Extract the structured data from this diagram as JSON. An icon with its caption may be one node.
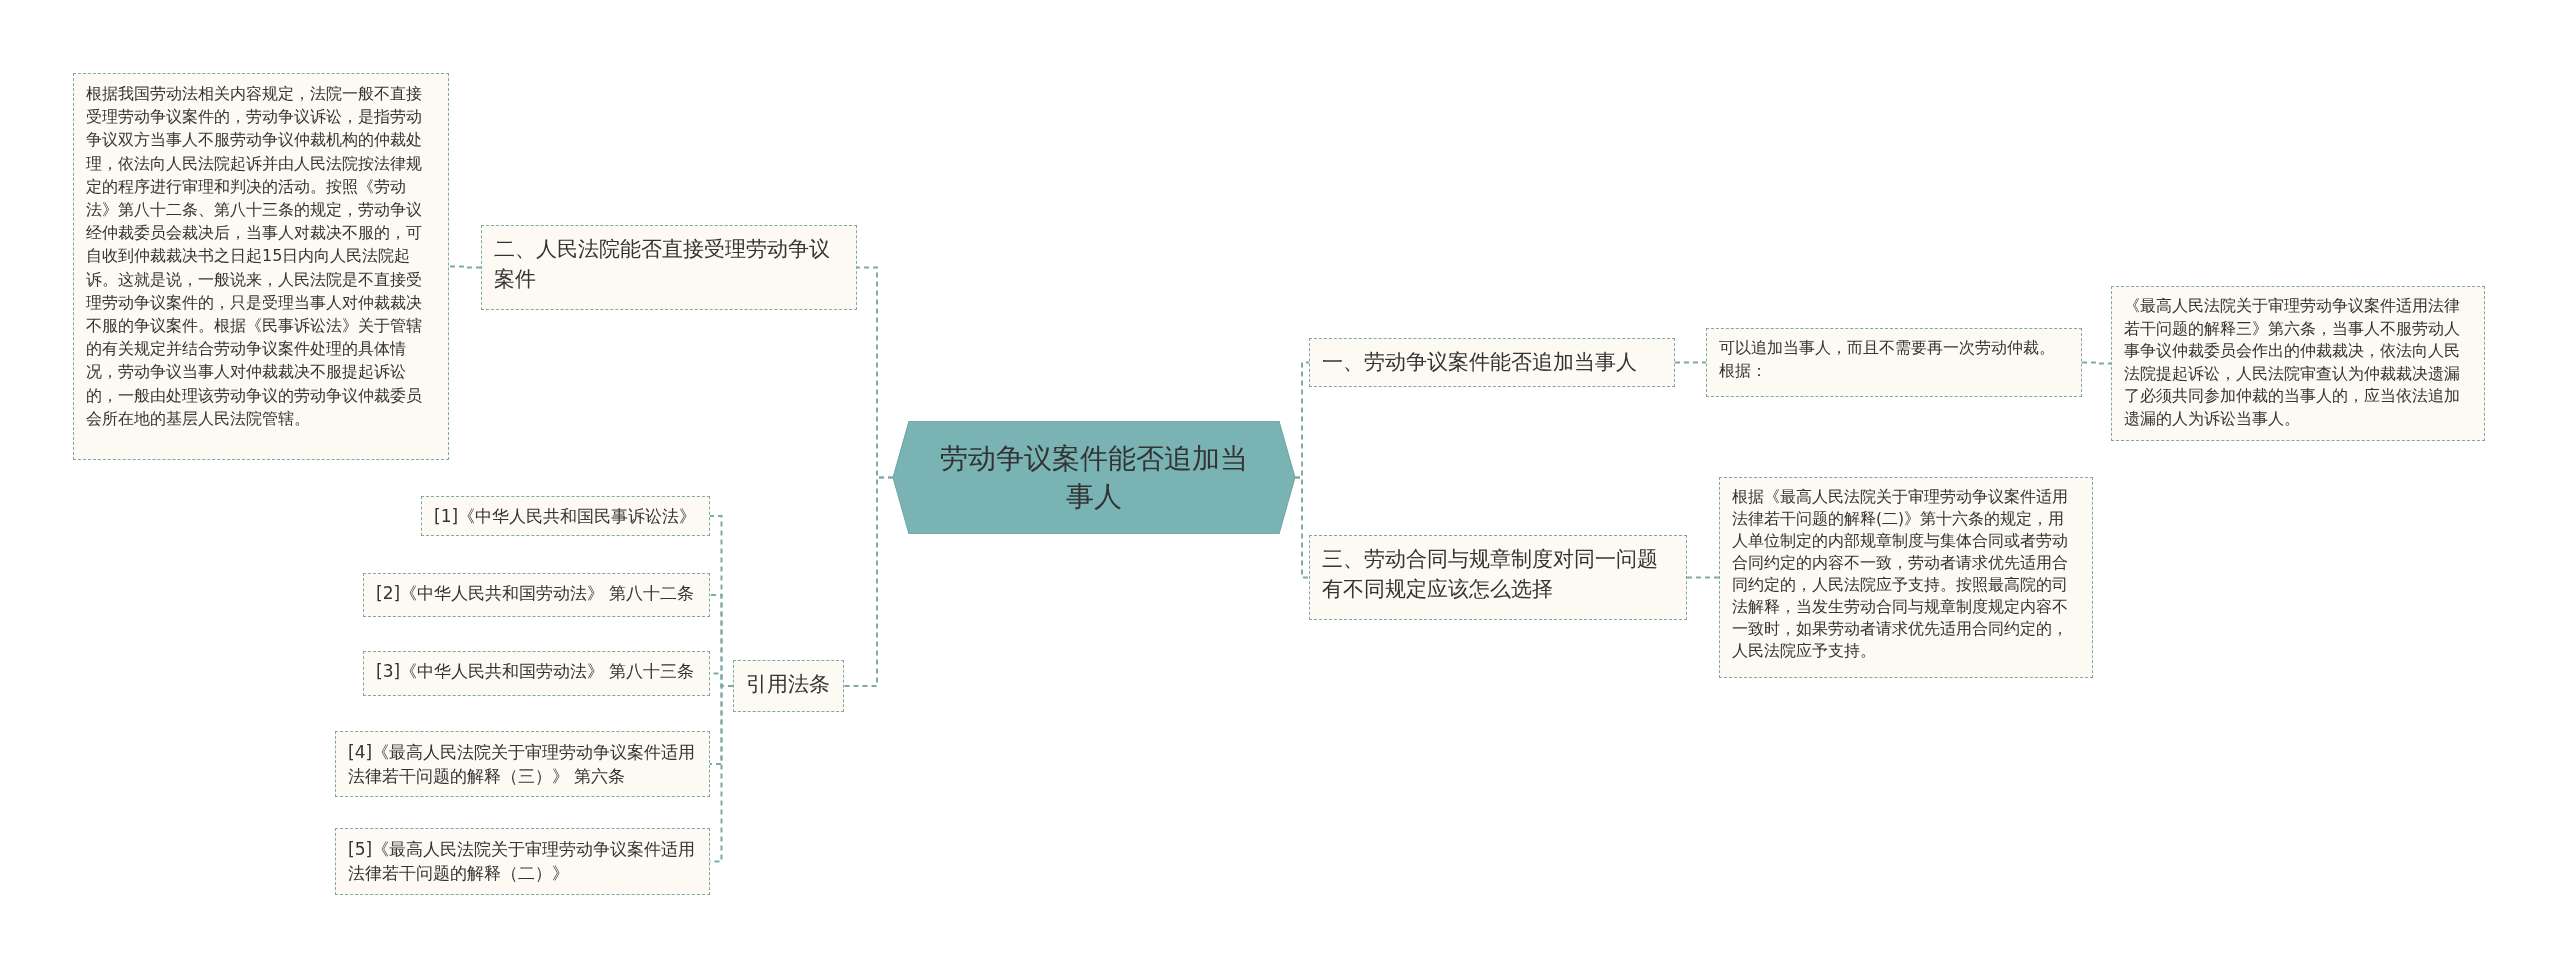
{
  "diagram": {
    "nodes": [
      {
        "text": [
          "劳动争议案件能否追加当事人"
        ]
      },
      {
        "text": [
          "二、人民法院能否直接受理劳动争议案件"
        ]
      },
      {
        "text": [
          "根据我国劳动法相关内容规定，法院一般不直接受理劳动争议案件的，劳动争议诉讼，是指劳动争议双方当事人不服劳动争议仲裁机构的仲裁处理，依法向人民法院起诉并由人民法院按法律规定的程序进行审理和判决的活动。按照《劳动法》第八十二条、第八十三条的规定，劳动争议经仲裁委员会裁决后，当事人对裁决不服的，可自收到仲裁裁决书之日起15日内向人民法院起诉。这就是说，一般说来，人民法院是不直接受理劳动争议案件的，只是受理当事人对仲裁裁决不服的争议案件。根据《民事诉讼法》关于管辖的有关规定并结合劳动争议案件处理的具体情况，劳动争议当事人对仲裁裁决不服提起诉讼的，一般由处理该劳动争议的劳动争议仲裁委员会所在地的基层人民法院管辖。"
        ]
      },
      {
        "text": [
          "引用法条"
        ]
      },
      {
        "text": [
          "[1]《中华人民共和国民事诉讼法》"
        ]
      },
      {
        "text": [
          "[2]《中华人民共和国劳动法》 第八十二条"
        ]
      },
      {
        "text": [
          "[3]《中华人民共和国劳动法》 第八十三条"
        ]
      },
      {
        "text": [
          "[4]《最高人民法院关于审理劳动争议案件适用法律若干问题的解释（三）》 第六条"
        ]
      },
      {
        "text": [
          "[5]《最高人民法院关于审理劳动争议案件适用法律若干问题的解释（二）》"
        ]
      },
      {
        "text": [
          "一、劳动争议案件能否追加当事人"
        ]
      },
      {
        "text": [
          "可以追加当事人，而且不需要再一次劳动仲裁。根据："
        ]
      },
      {
        "text": [
          "《最高人民法院关于审理劳动争议案件适用法律若干问题的解释三》第六条，当事人不服劳动人事争议仲裁委员会作出的仲裁裁决，依法向人民法院提起诉讼，人民法院审查认为仲裁裁决遗漏了必须共同参加仲裁的当事人的，应当依法追加遗漏的人为诉讼当事人。"
        ]
      },
      {
        "text": [
          "三、劳动合同与规章制度对同一问题有不同规定应该怎么选择"
        ]
      },
      {
        "text": [
          "根据《最高人民法院关于审理劳动争议案件适用法律若干问题的解释(二)》第十六条的规定，用人单位制定的内部规章制度与集体合同或者劳动合同约定的内容不一致，劳动者请求优先适用合同约定的，人民法院应予支持。按照最高院的司法解释，当发生劳动合同与规章制度规定内容不一致时，如果劳动者请求优先适用合同约定的，人民法院应予支持。"
        ]
      }
    ],
    "edges": [
      {
        "from": 0,
        "to": 1,
        "arrow": "none"
      },
      {
        "from": 1,
        "to": 2,
        "arrow": "none"
      },
      {
        "from": 0,
        "to": 3,
        "arrow": "none"
      },
      {
        "from": 3,
        "to": 4,
        "arrow": "none"
      },
      {
        "from": 3,
        "to": 5,
        "arrow": "none"
      },
      {
        "from": 3,
        "to": 6,
        "arrow": "none"
      },
      {
        "from": 3,
        "to": 7,
        "arrow": "none"
      },
      {
        "from": 3,
        "to": 8,
        "arrow": "none"
      },
      {
        "from": 0,
        "to": 9,
        "arrow": "none"
      },
      {
        "from": 9,
        "to": 10,
        "arrow": "none"
      },
      {
        "from": 10,
        "to": 11,
        "arrow": "none"
      },
      {
        "from": 0,
        "to": 12,
        "arrow": "none"
      },
      {
        "from": 12,
        "to": 13,
        "arrow": "none"
      }
    ]
  }
}
